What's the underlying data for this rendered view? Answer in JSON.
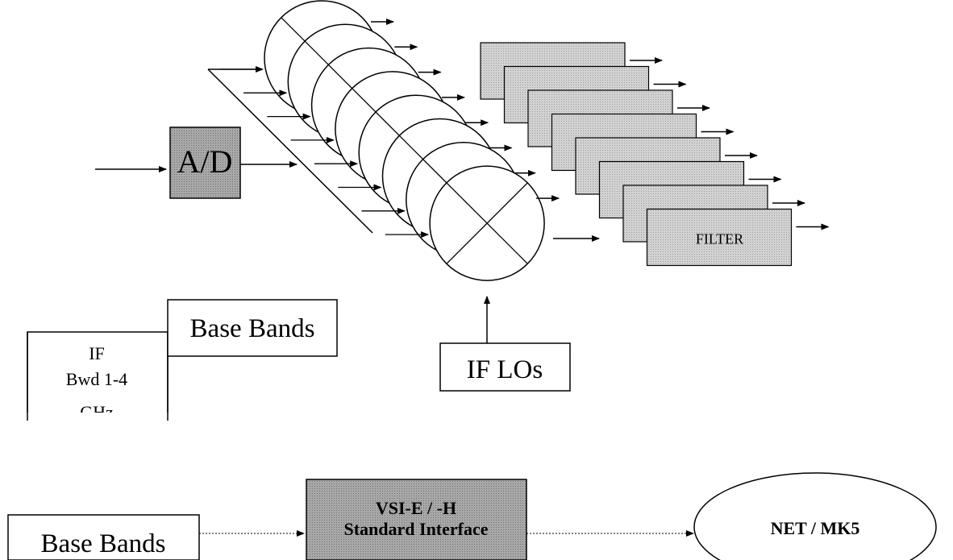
{
  "colors": {
    "line": "#000000",
    "shaded_block": "#9a9a9a",
    "filter_block": "#c9c9c9",
    "background": "#ffffff"
  },
  "blocks": {
    "ad": {
      "label": "A/D"
    },
    "filter": {
      "label": "FILTER",
      "count": 8
    },
    "mixers": {
      "count": 8,
      "icon": "mixer-multiply-icon"
    },
    "base_bands_top": {
      "label": "Base Bands"
    },
    "if_box": {
      "lines": [
        "IF",
        "Bwd 1-4",
        "GHz"
      ]
    },
    "if_los": {
      "label": "IF LOs"
    },
    "base_bands_bottom": {
      "label": "Base Bands"
    },
    "vsi": {
      "line1": "VSI-E / -H",
      "line2": "Standard Interface"
    },
    "net": {
      "label": "NET / MK5"
    }
  }
}
